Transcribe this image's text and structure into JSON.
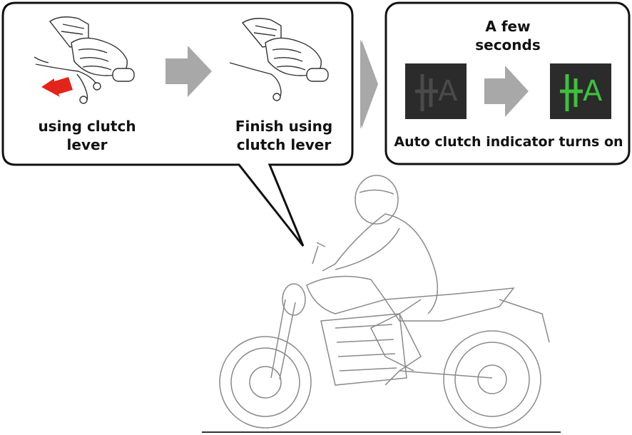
{
  "left_panel": {
    "step1_label": "using clutch lever",
    "step2_label_line1": "Finish using",
    "step2_label_line2": "clutch lever"
  },
  "right_panel": {
    "delay_line1": "A few",
    "delay_line2": "seconds",
    "indicator_glyph": "A",
    "result_label": "Auto clutch indicator turns on",
    "indicator_off_color": "#4a4a4a",
    "indicator_on_color": "#3fbf3f",
    "indicator_bg": "#2b2b2b"
  },
  "icons": {
    "press_arrow": "red-arrow-icon",
    "flow_arrow": "gray-arrow-icon",
    "indicator": "auto-clutch-indicator-icon"
  }
}
